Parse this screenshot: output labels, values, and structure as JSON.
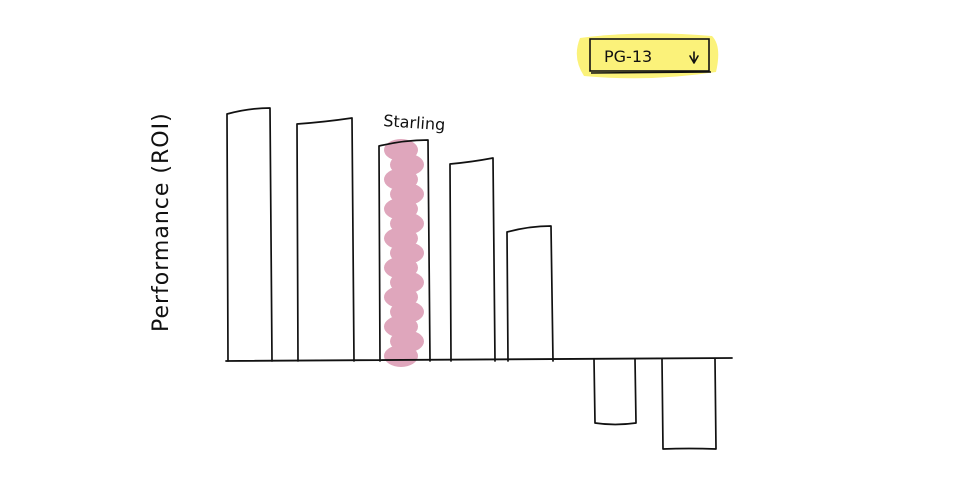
{
  "filter": {
    "selected": "PG-13",
    "highlight_color": "#fbf27a",
    "icon": "chevron-down-icon"
  },
  "chart_data": {
    "type": "bar",
    "title": "",
    "xlabel": "",
    "ylabel": "Performance (ROI)",
    "categories": [
      "",
      "",
      "Starling",
      "",
      "",
      "",
      ""
    ],
    "values": [
      250,
      240,
      218,
      200,
      132,
      -64,
      -90
    ],
    "ylim": [
      -100,
      260
    ],
    "grid": false,
    "legend": "none",
    "annotations": [
      {
        "category_index": 2,
        "text": "Starling"
      }
    ],
    "highlight": {
      "category_index": 2,
      "color": "#dfa6bc"
    },
    "colors": {
      "stroke": "#111111",
      "fill": "#ffffff",
      "highlight": "#dfa6bc"
    }
  }
}
